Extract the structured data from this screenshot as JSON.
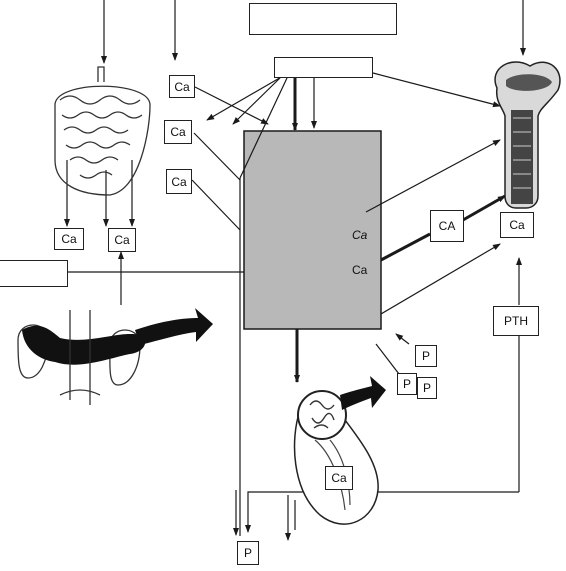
{
  "diagram": {
    "labels": {
      "ca_upper_1": "Ca",
      "ca_upper_2": "Ca",
      "ca_upper_3": "Ca",
      "ca_gut_left": "Ca",
      "ca_gut_right": "Ca",
      "ca_plasma_upper": "Ca",
      "ca_plasma_lower": "Ca",
      "ca_arrow_label": "CA",
      "ca_bone": "Ca",
      "pth": "PTH",
      "p_kidney_1": "P",
      "p_kidney_2": "P",
      "p_kidney_3": "P",
      "ca_kidney": "Ca",
      "p_bottom": "P"
    },
    "colors": {
      "plasma_pool": "#b8b8b8",
      "ink": "#1a1a1a",
      "arrow_fill": "#111111"
    },
    "icons": [
      "intestine-icon",
      "pancreas-adrenal-icon",
      "kidney-icon",
      "bone-icon"
    ]
  }
}
